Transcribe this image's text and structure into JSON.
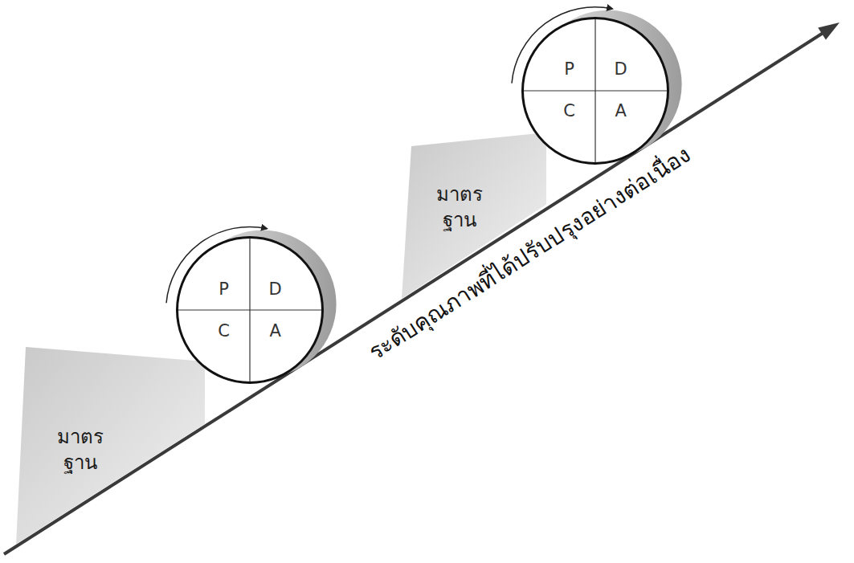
{
  "diagram": {
    "nodes": [
      {
        "text": [
          "มาตร ฐาน"
        ]
      },
      {
        "text": [
          "P",
          "D",
          "C",
          "A"
        ]
      },
      {
        "text": [
          "มาตร ฐาน"
        ]
      },
      {
        "text": [
          "P",
          "D",
          "C",
          "A"
        ]
      }
    ],
    "labels": [
      "ระดับคุณภาพที่ได้ปรับปรุงอย่างต่อเนื่อง"
    ]
  }
}
